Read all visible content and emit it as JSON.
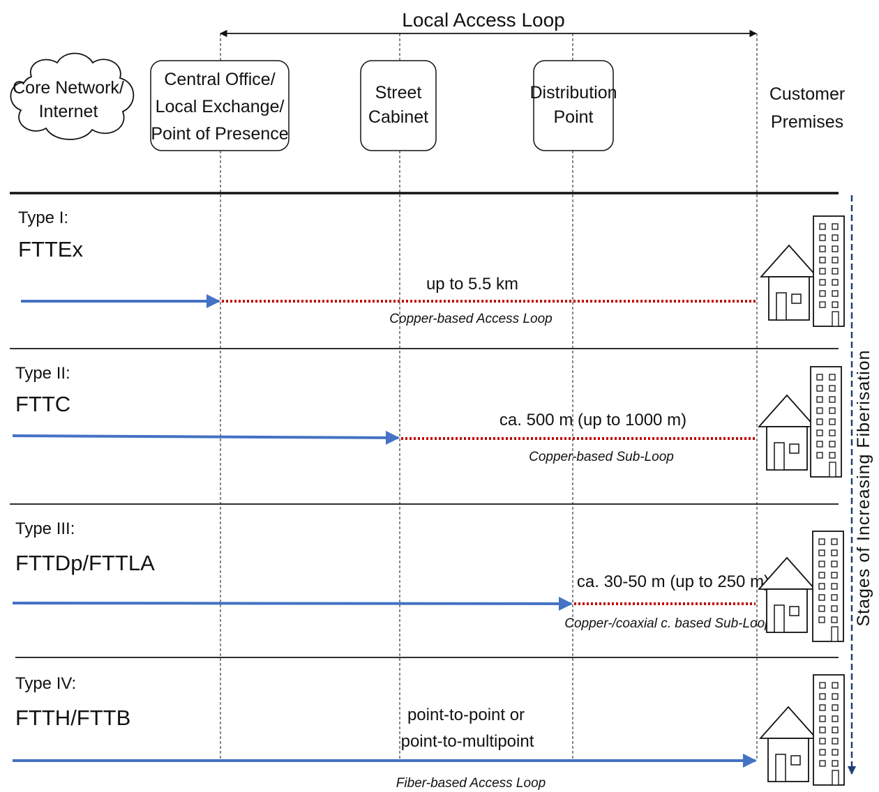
{
  "header": {
    "local_access_loop": "Local Access Loop"
  },
  "nodes": {
    "core_network": [
      "Core Network/",
      "Internet"
    ],
    "central_office": [
      "Central Office/",
      "Local Exchange/",
      "Point of Presence"
    ],
    "street_cabinet": [
      "Street",
      "Cabinet"
    ],
    "distribution_point": [
      "Distribution",
      "Point"
    ],
    "customer_premises": [
      "Customer",
      "Premises"
    ]
  },
  "rows": [
    {
      "type_label": "Type I:",
      "name": "FTTEx",
      "distance": "up to 5.5 km",
      "description": "Copper-based Access Loop"
    },
    {
      "type_label": "Type II:",
      "name": "FTTC",
      "distance": "ca. 500 m (up to 1000 m)",
      "description": "Copper-based Sub-Loop"
    },
    {
      "type_label": "Type III:",
      "name": "FTTDp/FTTLA",
      "distance": "ca. 30-50 m (up to 250 m)",
      "description": "Copper-/coaxial c. based Sub-Loop"
    },
    {
      "type_label": "Type IV:",
      "name": "FTTH/FTTB",
      "distance_lines": [
        "point-to-point or",
        "point-to-multipoint"
      ],
      "description": "Fiber-based Access Loop"
    }
  ],
  "side_label": "Stages of Increasing Fiberisation",
  "colors": {
    "fiber": "#4472C4",
    "copper": "#C00000",
    "stage_arrow": "#1F3F7A",
    "line": "#111111"
  }
}
